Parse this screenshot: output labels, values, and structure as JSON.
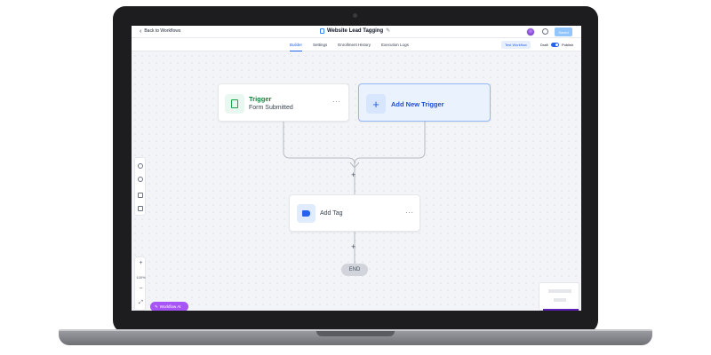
{
  "header": {
    "back_label": "Back to Workflows",
    "workflow_title": "Website Lead Tagging",
    "save_label": "Saved"
  },
  "tabs": [
    {
      "label": "Builder",
      "active": true
    },
    {
      "label": "Settings",
      "active": false
    },
    {
      "label": "Enrollment History",
      "active": false
    },
    {
      "label": "Execution Logs",
      "active": false
    }
  ],
  "toolbar": {
    "test_workflow_label": "Test Workflow",
    "draft_label": "Draft",
    "publish_label": "Publish",
    "published": true
  },
  "canvas": {
    "trigger": {
      "title": "Trigger",
      "subtitle": "Form Submitted"
    },
    "add_trigger_label": "Add New Trigger",
    "action": {
      "title": "Add Tag"
    },
    "end_label": "END"
  },
  "zoom": {
    "level": "100%"
  },
  "ai_button_label": "Workflow AI",
  "colors": {
    "accent": "#2563eb",
    "trigger_green": "#15803d",
    "ai_purple": "#a855f7"
  }
}
